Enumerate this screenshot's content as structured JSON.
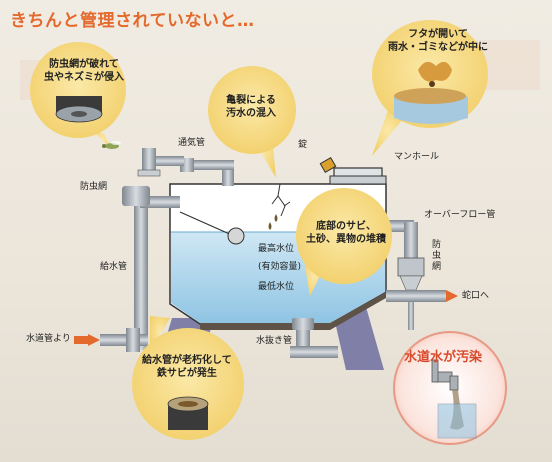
{
  "title": "きちんと管理されていないと…",
  "bubbles": {
    "insect_net": [
      "防虫網が破れて",
      "虫やネズミが侵入"
    ],
    "crack": [
      "亀裂による",
      "汚水の混入"
    ],
    "lid": [
      "フタが開いて",
      "雨水・ゴミなどが中に"
    ],
    "sediment": [
      "底部のサビ、",
      "土砂、異物の堆積"
    ],
    "supply_pipe": [
      "給水管が老朽化して",
      "鉄サビが発生"
    ]
  },
  "labels": {
    "vent_pipe": "通気管",
    "insect_net_left": "防虫網",
    "lock": "錠",
    "manhole": "マンホール",
    "overflow_pipe": "オーバーフロー管",
    "insect_net_right": [
      "防",
      "虫",
      "網"
    ],
    "high_water": "最高水位",
    "effective_capacity": "(有効容量)",
    "low_water": "最低水位",
    "supply_pipe": "給水管",
    "from_water_main": "水道管より",
    "drain_pipe": "水抜き管",
    "to_faucet": "蛇口へ",
    "contaminated": "水道水が汚染"
  },
  "colors": {
    "accent_orange": "#e4692c",
    "bubble_yellow": "#f6dc8a",
    "water_blue": "#9ccde8",
    "pipe_gray": "#9aa2aa",
    "contamination_red": "#d94a2c"
  }
}
